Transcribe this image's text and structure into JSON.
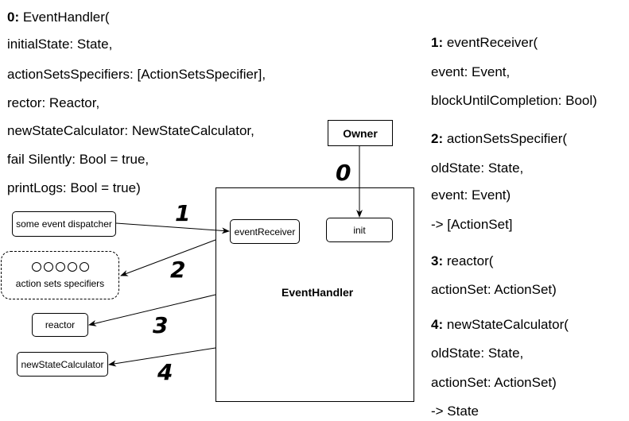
{
  "left_signature": [
    {
      "num": "0:",
      "text": " EventHandler("
    },
    {
      "text": "initialState: State,"
    },
    {
      "text": "actionSetsSpecifiers: [ActionSetsSpecifier],"
    },
    {
      "text": "rector: Reactor,"
    },
    {
      "text": "newStateCalculator: NewStateCalculator,"
    },
    {
      "text": "fail Silently: Bool = true,"
    },
    {
      "text": "printLogs: Bool = true)"
    }
  ],
  "right_signatures": [
    {
      "num": "1:",
      "text": " eventReceiver("
    },
    {
      "text": "event: Event,"
    },
    {
      "text": "blockUntilCompletion: Bool)"
    },
    {
      "num": "2:",
      "text": " actionSetsSpecifier("
    },
    {
      "text": "oldState: State,"
    },
    {
      "text": "event: Event)"
    },
    {
      "text": "-> [ActionSet]"
    },
    {
      "num": "3:",
      "text": " reactor("
    },
    {
      "text": "actionSet: ActionSet)"
    },
    {
      "num": "4:",
      "text": " newStateCalculator("
    },
    {
      "text": "oldState: State,"
    },
    {
      "text": "actionSet: ActionSet)"
    },
    {
      "text": "-> State"
    }
  ],
  "boxes": {
    "owner": "Owner",
    "event_handler": "EventHandler",
    "event_receiver": "eventReceiver",
    "init": "init",
    "dispatcher": "some event dispatcher",
    "specifiers": "action sets specifiers",
    "reactor": "reactor",
    "calculator": "newStateCalculator"
  },
  "step_numbers": [
    "0",
    "1",
    "2",
    "3",
    "4"
  ]
}
